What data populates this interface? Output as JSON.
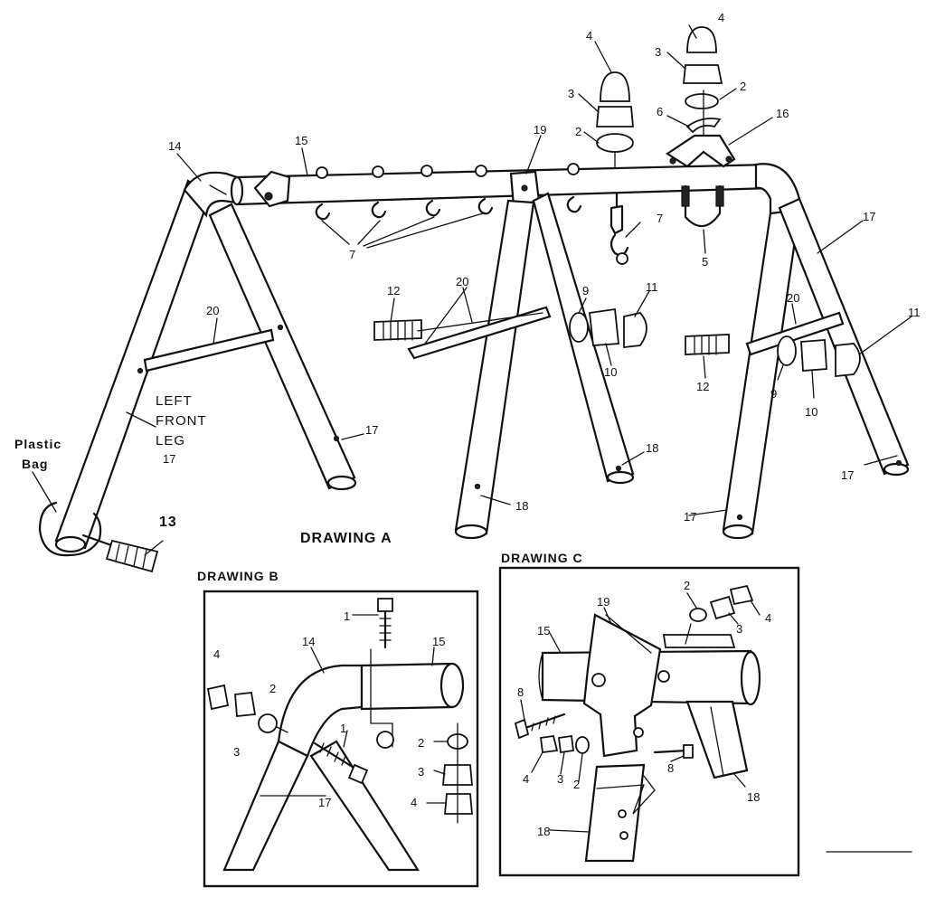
{
  "drawings": {
    "a_title": "DRAWING A",
    "b_title": "DRAWING B",
    "c_title": "DRAWING C"
  },
  "labels": {
    "left_front_leg": [
      "LEFT",
      "FRONT",
      "LEG"
    ],
    "left_front_leg_num": "17",
    "plastic_bag": [
      "Plastic",
      "Bag"
    ]
  },
  "callouts_a": {
    "n14": "14",
    "n15": "15",
    "n19": "19",
    "n16": "16",
    "n4a": "4",
    "n3a": "3",
    "n2a": "2",
    "n4b": "4",
    "n3b": "3",
    "n2b": "2",
    "n6": "6",
    "n7a": "7",
    "n7b": "7",
    "n5": "5",
    "n12a": "12",
    "n20a": "20",
    "n9a": "9",
    "n11a": "11",
    "n10a": "10",
    "n12b": "12",
    "n20b": "20",
    "n9b": "9",
    "n10b": "10",
    "n11b": "11",
    "n20c": "20",
    "n13": "13",
    "n17a": "17",
    "n17b": "17",
    "n17c": "17",
    "n17d": "17",
    "n18a": "18",
    "n18b": "18"
  },
  "callouts_b": {
    "n1a": "1",
    "n1b": "1",
    "n14": "14",
    "n15": "15",
    "n4a": "4",
    "n2a": "2",
    "n3a": "3",
    "n2b": "2",
    "n3b": "3",
    "n4b": "4",
    "n17": "17"
  },
  "callouts_c": {
    "n19": "19",
    "n15": "15",
    "n2": "2",
    "n3a": "3",
    "n4a": "4",
    "n8a": "8",
    "n4b": "4",
    "n3b": "3",
    "n2b": "2",
    "n8b": "8",
    "n18a": "18",
    "n18b": "18"
  }
}
